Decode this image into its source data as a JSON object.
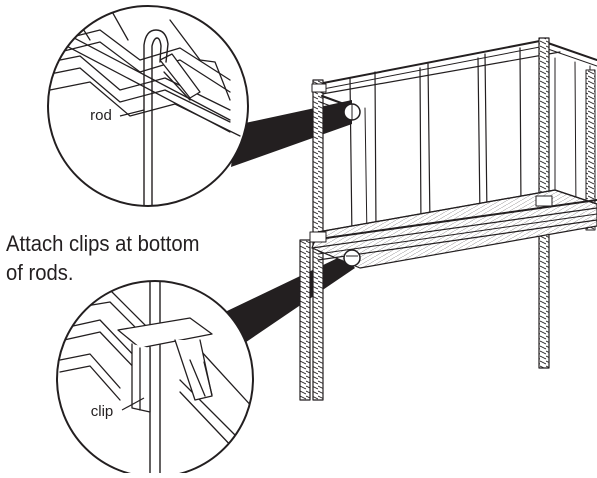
{
  "instruction": {
    "line1": "Attach clips at bottom",
    "line2": "of rods."
  },
  "callouts": {
    "rod_label": "rod",
    "clip_label": "clip"
  },
  "colors": {
    "ink": "#231f20",
    "fill": "#ffffff"
  }
}
